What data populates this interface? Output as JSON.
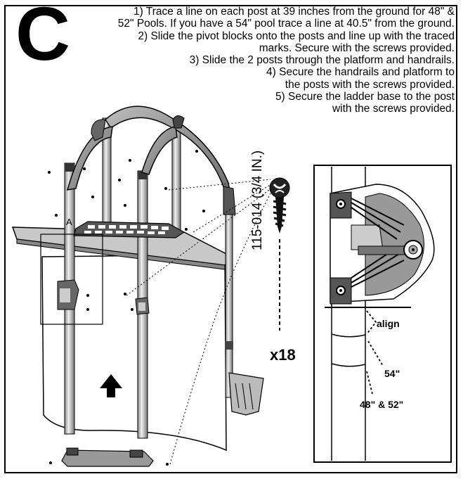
{
  "step": {
    "letter": "C"
  },
  "instructions": [
    "1) Trace a line on each post at 39 inches from the ground for 48\" &",
    "52\" Pools. If you have a 54\" pool trace a line at 40.5\" from the ground.",
    "2) Slide the pivot blocks onto the posts and line up with the traced",
    "marks. Secure with the screws provided.",
    "3) Slide the 2 posts through the platform and handrails.",
    "4) Secure the handrails and platform to",
    "the posts with the screws provided.",
    "5) Secure the ladder base to the post",
    "with the screws provided."
  ],
  "screw": {
    "part_number": "115-014 (3/4 IN.)",
    "quantity": "x18"
  },
  "callout": {
    "letter": "A"
  },
  "detail": {
    "align_label": "align",
    "label_54": "54\"",
    "label_48_52": "48\" & 52\""
  },
  "colors": {
    "ink": "#000000",
    "paper": "#ffffff",
    "shade": "#b8b8b8",
    "dark_shade": "#555555"
  }
}
